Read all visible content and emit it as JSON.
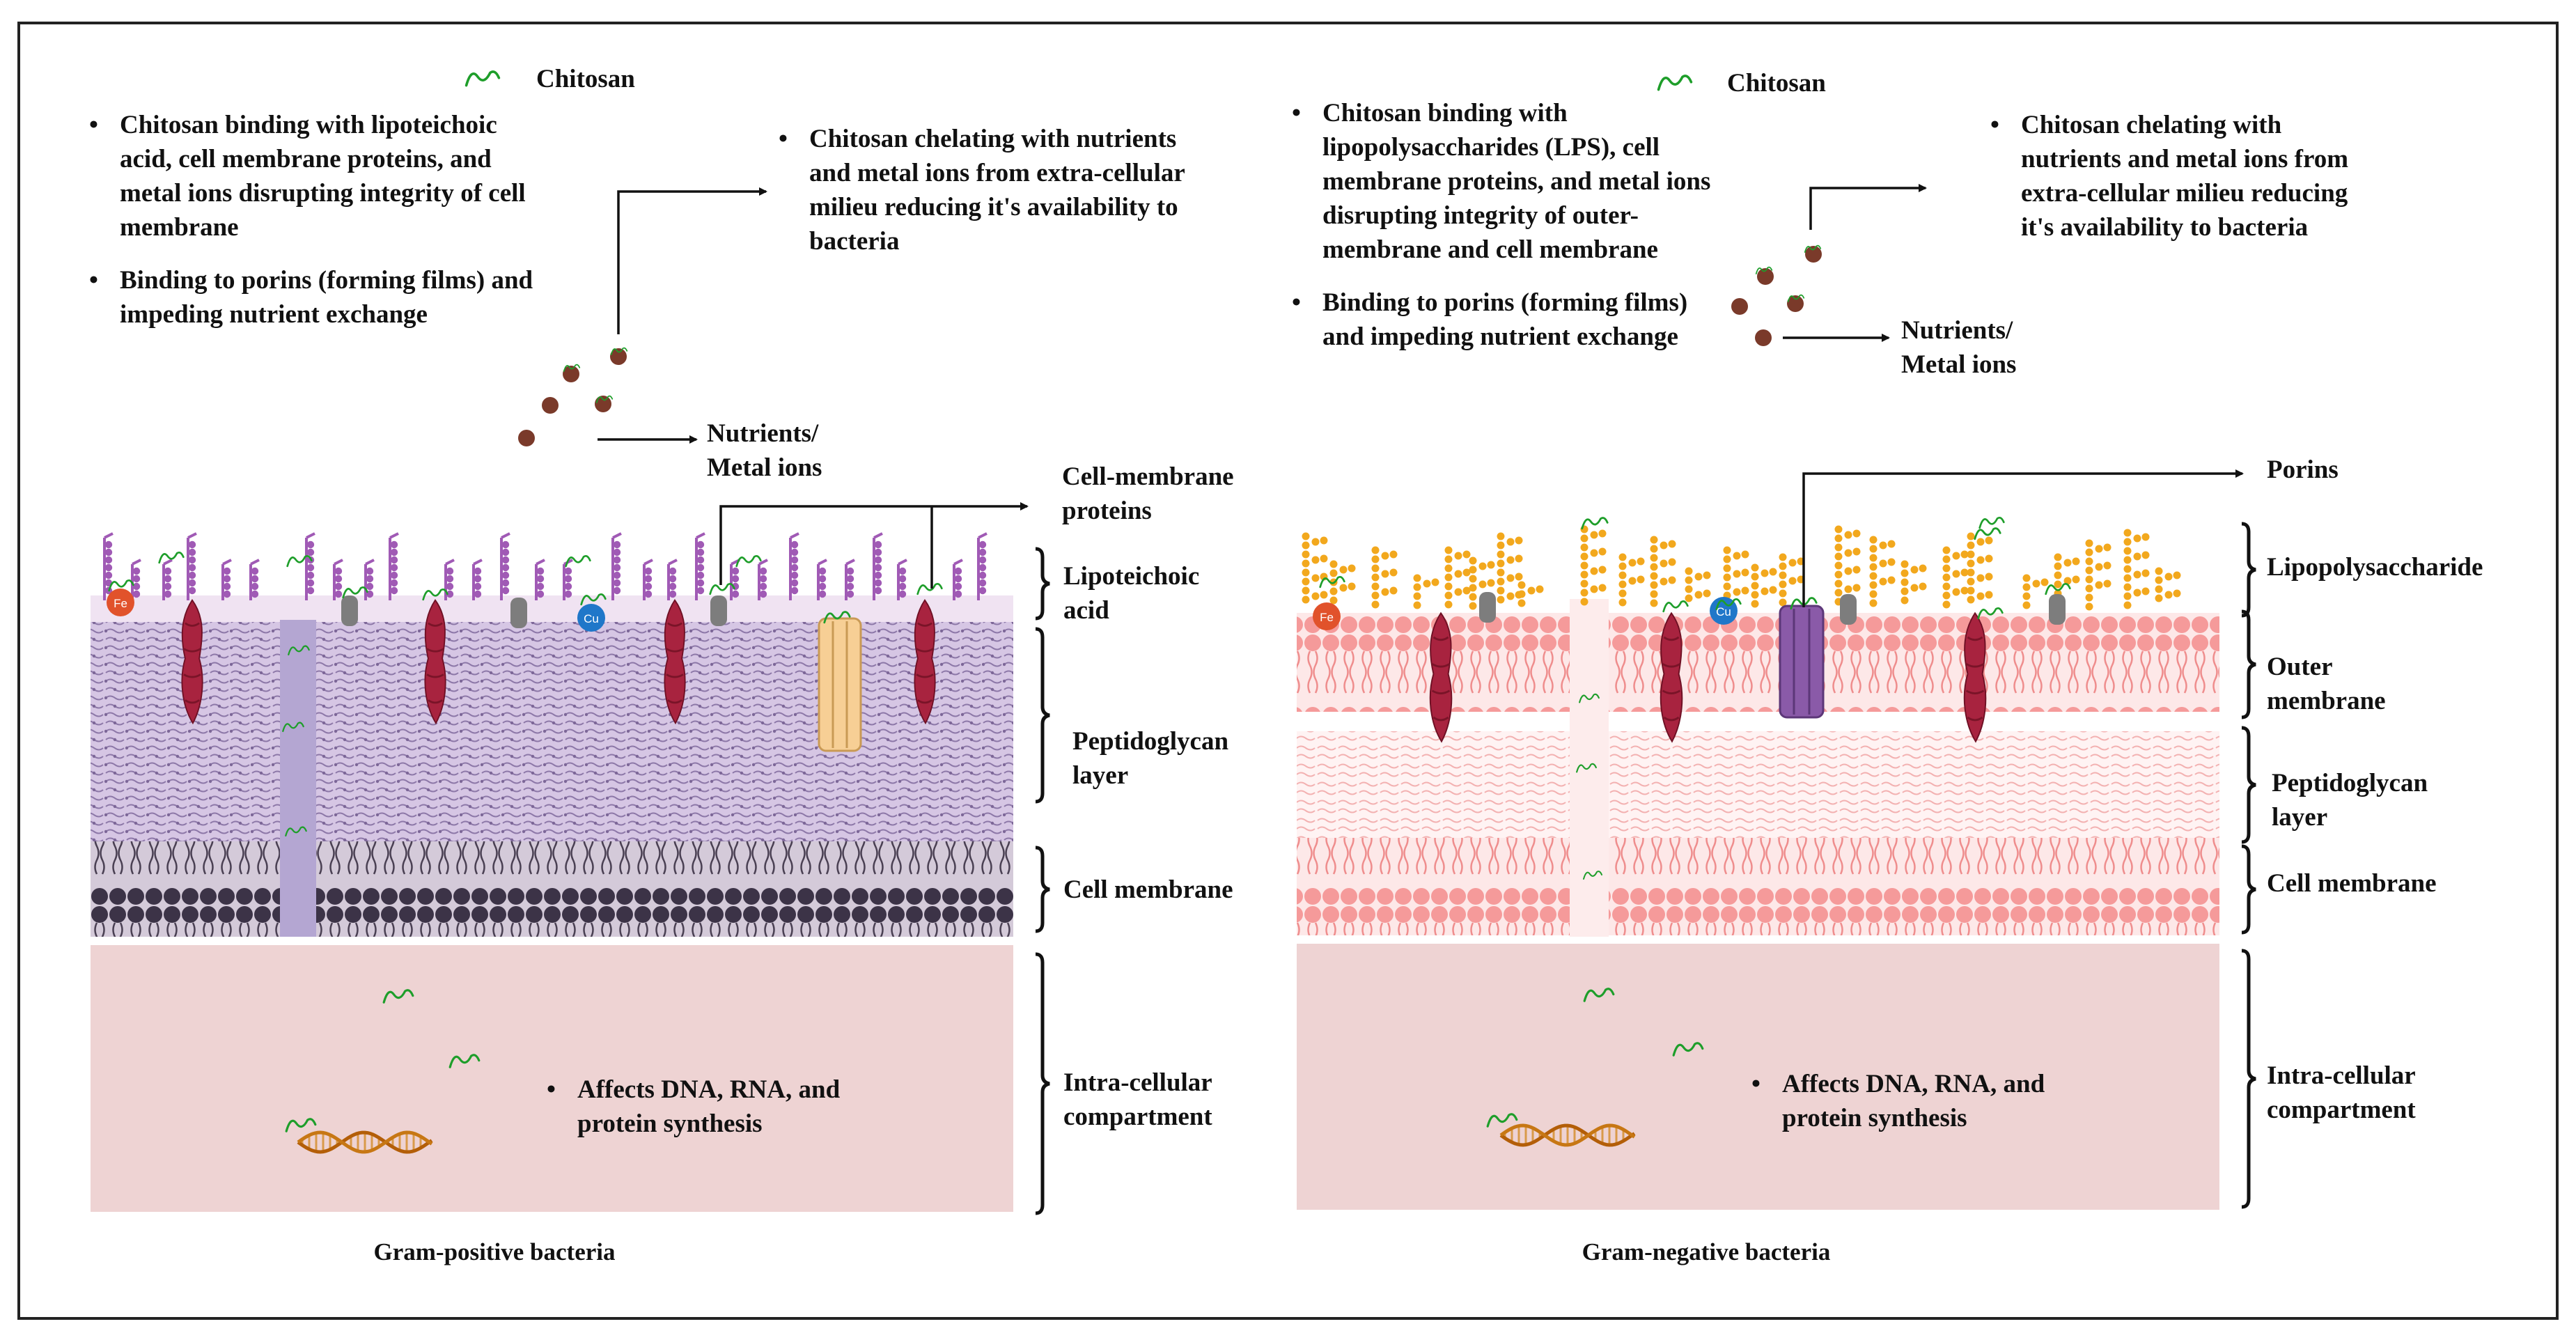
{
  "legend": {
    "chitosan": "Chitosan"
  },
  "panels": [
    {
      "caption": "Gram-positive bacteria",
      "mechanisms": [
        "Chitosan binding with lipoteichoic acid, cell membrane proteins, and metal ions disrupting integrity of cell membrane",
        "Binding to porins (forming films) and impeding nutrient exchange"
      ],
      "chelation": "Chitosan chelating with nutrients and metal ions from extra-cellular milieu reducing it's availability to bacteria",
      "nutrients_label": [
        "Nutrients/",
        "Metal ions"
      ],
      "protein_callout": [
        "Cell-membrane",
        "proteins"
      ],
      "layers": [
        [
          "Lipoteichoic",
          "acid"
        ],
        [
          "Peptidoglycan",
          "layer"
        ],
        [
          "Cell membrane"
        ],
        [
          "Intra-cellular",
          "compartment"
        ]
      ],
      "intracellular_effect": "Affects DNA, RNA, and protein synthesis",
      "ion_labels": [
        "Fe",
        "Cu"
      ]
    },
    {
      "caption": "Gram-negative bacteria",
      "mechanisms": [
        "Chitosan binding with lipopolysaccharides (LPS), cell membrane proteins, and metal ions disrupting integrity of outer-membrane and cell membrane",
        "Binding to porins (forming films) and impeding nutrient exchange"
      ],
      "chelation": "Chitosan chelating with nutrients and metal ions from extra-cellular milieu reducing it's availability to bacteria",
      "nutrients_label": [
        "Nutrients/",
        "Metal ions"
      ],
      "protein_callout": [
        "Porins"
      ],
      "layers": [
        [
          "Lipopolysaccharide"
        ],
        [
          "Outer",
          "membrane"
        ],
        [
          "Peptidoglycan",
          "layer"
        ],
        [
          "Cell membrane"
        ],
        [
          "Intra-cellular",
          "compartment"
        ]
      ],
      "intracellular_effect": "Affects DNA, RNA, and protein synthesis",
      "ion_labels": [
        "Fe",
        "Cu"
      ]
    }
  ],
  "colors": {
    "chitosan": "#1e9e2a",
    "nutrient": "#7a3a2a",
    "pos_peptidoglycan": "#d8cbe6",
    "pos_membrane": "#3f3548",
    "lipoteichoic": "#a05ab5",
    "neg_membrane": "#f59a9a",
    "lps": "#f2a81d",
    "intracellular": "#eed3d3",
    "protein": "#a8233f",
    "porin_pos": "#f7cf95",
    "porin_neg": "#8a5aa8",
    "dna": "#c06a10"
  }
}
